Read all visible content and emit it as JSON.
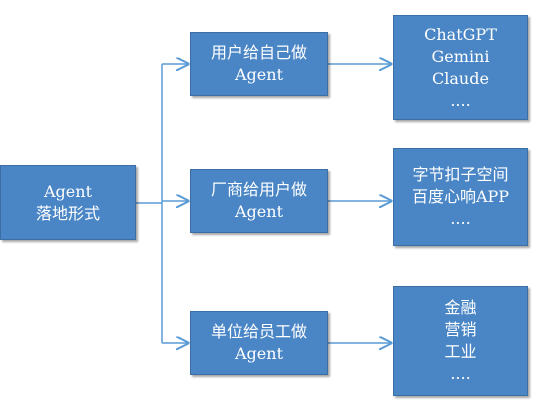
{
  "root": {
    "lines": [
      "Agent",
      "落地形式"
    ]
  },
  "branches": [
    {
      "lines": [
        "用户给自己做",
        "Agent"
      ],
      "examples": [
        "ChatGPT",
        "Gemini",
        "Claude",
        "...."
      ]
    },
    {
      "lines": [
        "厂商给用户做",
        "Agent"
      ],
      "examples": [
        "字节扣子空间",
        "百度心响APP",
        "...."
      ]
    },
    {
      "lines": [
        "单位给员工做",
        "Agent"
      ],
      "examples": [
        "金融",
        "营销",
        "工业",
        "...."
      ]
    }
  ],
  "colors": {
    "box_fill": "#4a86c6",
    "box_border": "#3a6ea5",
    "box_text": "#ffffff",
    "connector": "#5a9bd5"
  }
}
